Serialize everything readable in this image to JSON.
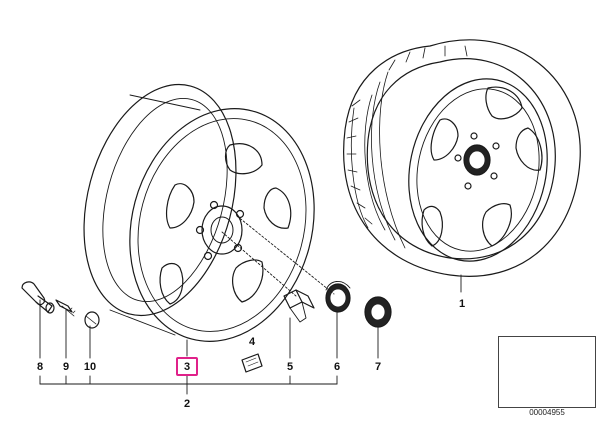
{
  "callouts": {
    "c1": "1",
    "c2": "2",
    "c3": "3",
    "c4": "4",
    "c5": "5",
    "c6": "6",
    "c7": "7",
    "c8": "8",
    "c9": "9",
    "c10": "10"
  },
  "diagram_code": "00004955",
  "colors": {
    "highlight": "#e0218a",
    "line": "#1a1a1a"
  }
}
